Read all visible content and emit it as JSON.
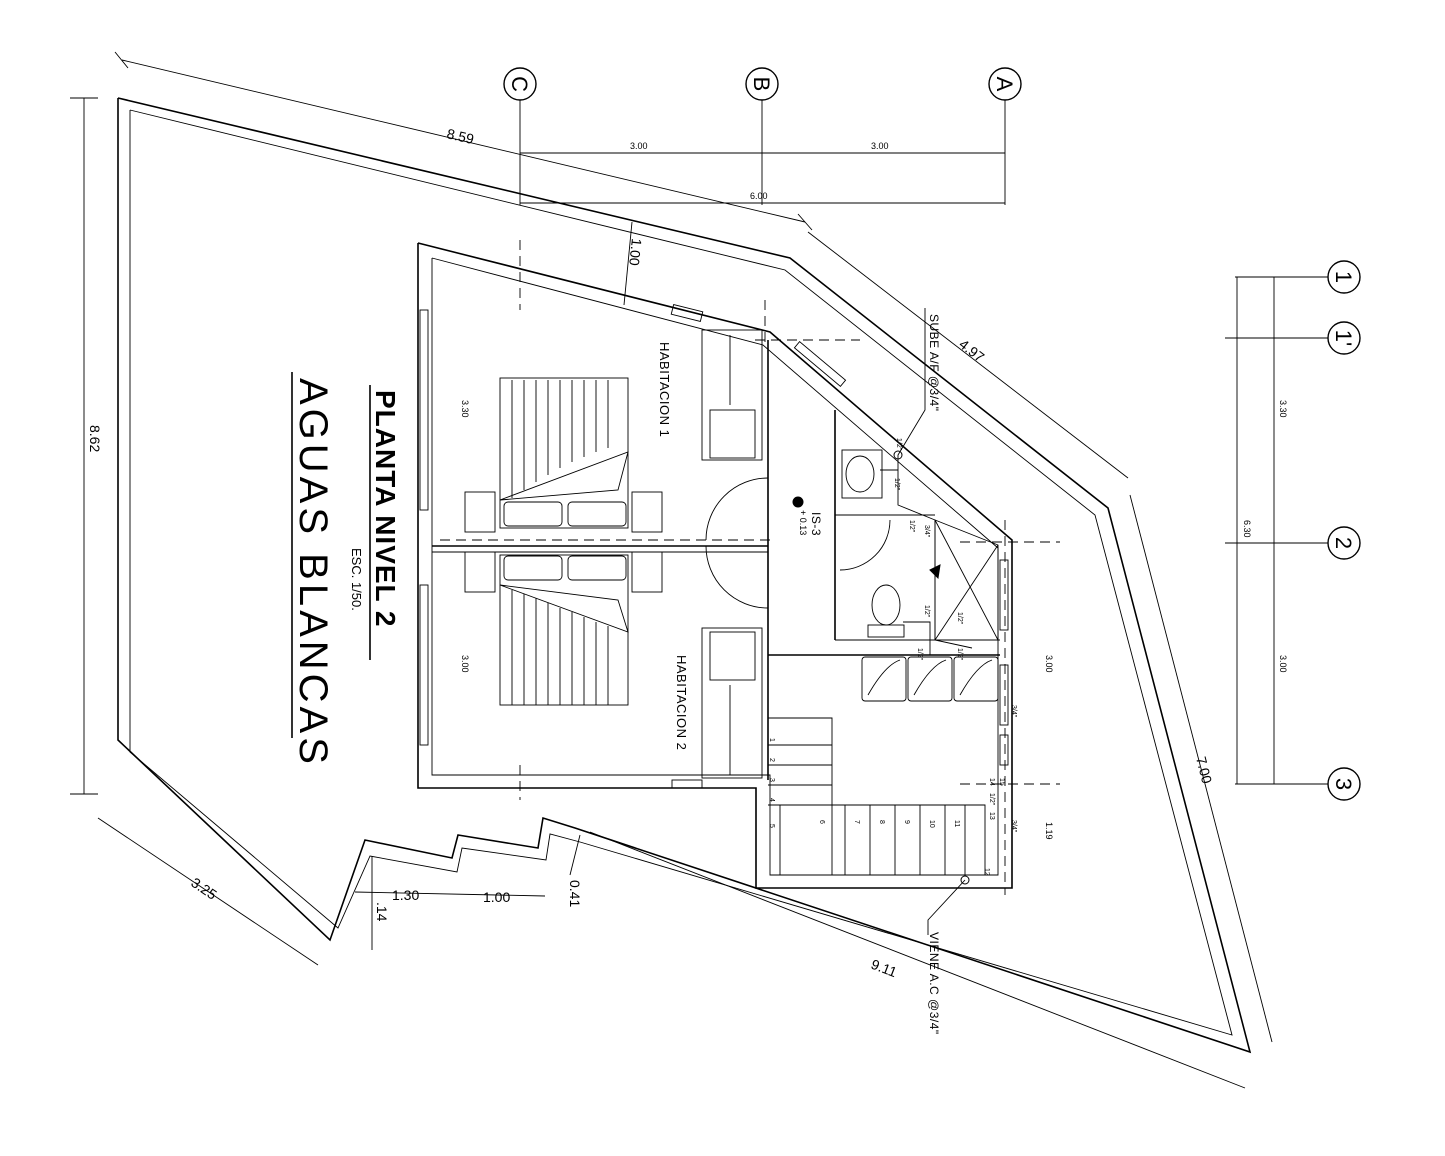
{
  "title": {
    "level": "PLANTA NIVEL 2",
    "scale": "ESC. 1/50.",
    "system": "AGUAS BLANCAS"
  },
  "axes": {
    "letters": [
      "C",
      "B",
      "A"
    ],
    "numbers": [
      "1",
      "1'",
      "2",
      "3"
    ]
  },
  "rooms": {
    "bedroom1": "HABITACION 1",
    "bedroom2": "HABITACION 2"
  },
  "notes": {
    "riser_up": "SUBE A/F @3/4\"",
    "riser_in": "VIENE A.C @3/4\"",
    "section_tag": "IS-3",
    "level_mark": "+ 0.13"
  },
  "dimensions": {
    "top_edge": "8.59",
    "left_edge": "8.62",
    "upper_right_edge": "4.97",
    "right_edge": "7.00",
    "bottom_edge": "9.11",
    "lower_left_edge": "3.25",
    "offset_1": "1.00",
    "step_130": "1.30",
    "step_100": "1.00",
    "step_041": "0.41",
    "step_014": ".14",
    "grid_cb": "3.00",
    "grid_ba": "3.00",
    "grid_ca": "6.00",
    "grid_1_2": "3.30",
    "grid_2_3": "3.00",
    "grid_1_3": "6.30",
    "room1_width": "3.30",
    "room2_width": "3.00",
    "stair_area": "3.00",
    "stair_tail": "1.19"
  },
  "pipe_labels": {
    "half": "1/2\"",
    "three_quarter": "3/4\""
  },
  "stair_steps": [
    "1",
    "2",
    "3",
    "4",
    "5",
    "6",
    "7",
    "8",
    "9",
    "10",
    "11",
    "12",
    "13",
    "14",
    "15"
  ]
}
